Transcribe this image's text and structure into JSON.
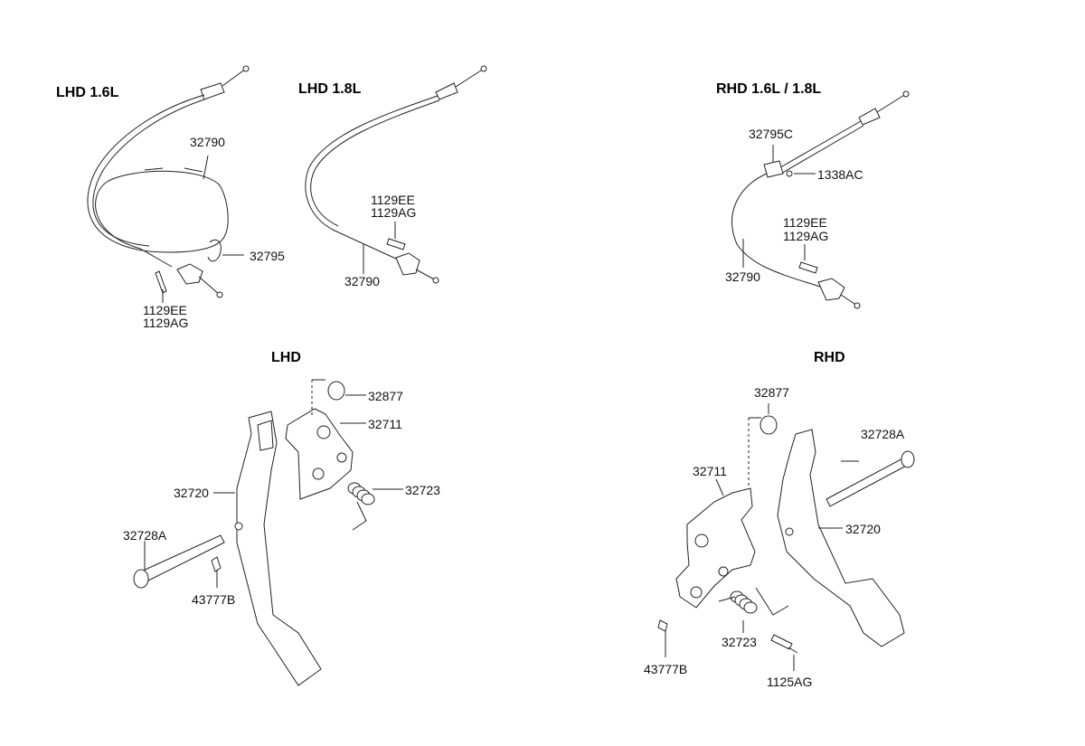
{
  "sections": {
    "lhd16": "LHD 1.6L",
    "lhd18": "LHD 1.8L",
    "rhd1618": "RHD 1.6L / 1.8L",
    "lhd": "LHD",
    "rhd": "RHD"
  },
  "labels": {
    "lhd16_cable": "32790",
    "lhd16_clip": "32795",
    "lhd16_bolt_a": "1129EE",
    "lhd16_bolt_b": "1129AG",
    "lhd18_bolt_a": "1129EE",
    "lhd18_bolt_b": "1129AG",
    "lhd18_cable": "32790",
    "rhd_clip": "32795C",
    "rhd_nut": "1338AC",
    "rhd_bolt_a": "1129EE",
    "rhd_bolt_b": "1129AG",
    "rhd_cable": "32790",
    "lhd_stopper": "32877",
    "lhd_bracket": "32711",
    "lhd_spring": "32723",
    "lhd_pedal": "32720",
    "lhd_shaft": "32728A",
    "lhd_pin": "43777B",
    "rhd_stopper": "32877",
    "rhd_bracket": "32711",
    "rhd_shaft": "32728A",
    "rhd_pedal": "32720",
    "rhd_spring": "32723",
    "rhd_pin": "43777B",
    "rhd_bolt": "1125AG"
  }
}
